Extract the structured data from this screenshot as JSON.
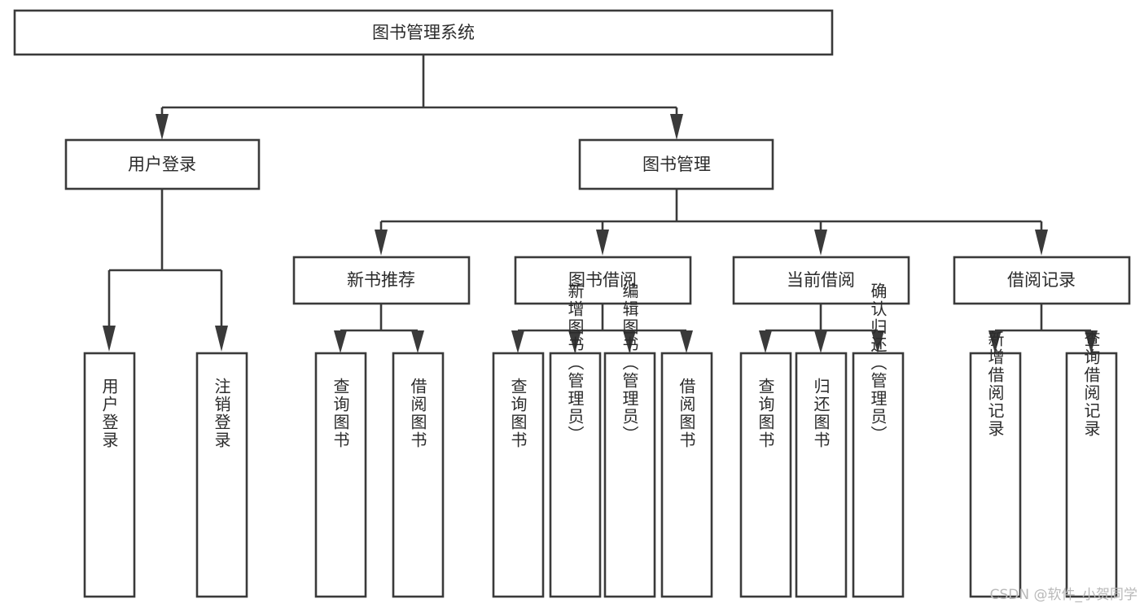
{
  "diagram": {
    "type": "tree",
    "title": "图书管理系统",
    "orientation": "top-down",
    "colors": {
      "background": "#ffffff",
      "box_fill": "#ffffff",
      "box_stroke": "#3a3a3a",
      "connector": "#3a3a3a",
      "text": "#2b2b2b",
      "watermark": "#b9b9b9"
    },
    "root": {
      "label": "图书管理系统"
    },
    "level2": [
      {
        "label": "用户登录"
      },
      {
        "label": "图书管理"
      }
    ],
    "level3": [
      {
        "label": "新书推荐"
      },
      {
        "label": "图书借阅"
      },
      {
        "label": "当前借阅"
      },
      {
        "label": "借阅记录"
      }
    ],
    "leaves": [
      {
        "label": "用户登录",
        "parent": "用户登录"
      },
      {
        "label": "注销登录",
        "parent": "用户登录"
      },
      {
        "label": "查询图书",
        "parent": "新书推荐"
      },
      {
        "label": "借阅图书",
        "parent": "新书推荐"
      },
      {
        "label": "查询图书",
        "parent": "图书借阅"
      },
      {
        "label": "新增图书（管理员）",
        "parent": "图书借阅"
      },
      {
        "label": "编辑图书（管理员）",
        "parent": "图书借阅"
      },
      {
        "label": "借阅图书",
        "parent": "图书借阅"
      },
      {
        "label": "查询图书",
        "parent": "当前借阅"
      },
      {
        "label": "归还图书",
        "parent": "当前借阅"
      },
      {
        "label": "确认归还（管理员）",
        "parent": "当前借阅"
      },
      {
        "label": "新增借阅记录",
        "parent": "借阅记录"
      },
      {
        "label": "查询借阅记录",
        "parent": "借阅记录"
      }
    ]
  },
  "watermark": {
    "text": "CSDN @软件_小贺同学"
  }
}
